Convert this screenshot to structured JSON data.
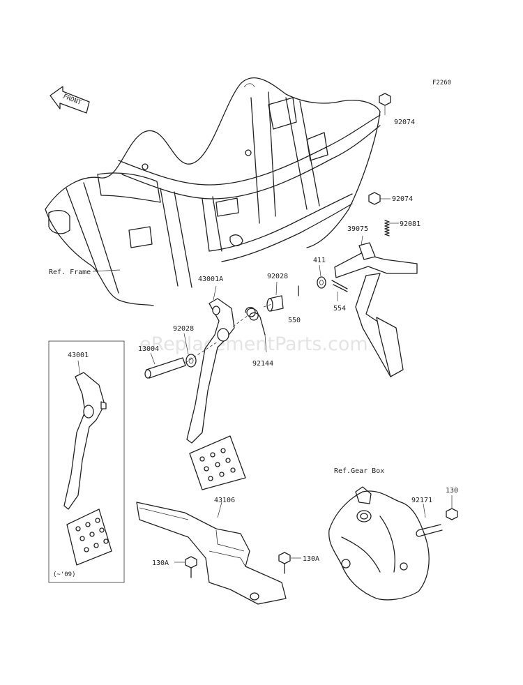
{
  "diagram_code": "F2260",
  "watermark": "eReplacementParts.com",
  "front_arrow": "FRONT",
  "references": {
    "frame": "Ref. Frame",
    "gear_box": "Ref.Gear Box"
  },
  "inset_note": "(~'09)",
  "parts": [
    {
      "id": "92074a",
      "label": "92074"
    },
    {
      "id": "92074b",
      "label": "92074"
    },
    {
      "id": "92081",
      "label": "92081"
    },
    {
      "id": "39075",
      "label": "39075"
    },
    {
      "id": "411",
      "label": "411"
    },
    {
      "id": "554",
      "label": "554"
    },
    {
      "id": "92028a",
      "label": "92028"
    },
    {
      "id": "550",
      "label": "550"
    },
    {
      "id": "43001A",
      "label": "43001A"
    },
    {
      "id": "92028b",
      "label": "92028"
    },
    {
      "id": "13004",
      "label": "13004"
    },
    {
      "id": "92144",
      "label": "92144"
    },
    {
      "id": "43001",
      "label": "43001"
    },
    {
      "id": "43106",
      "label": "43106"
    },
    {
      "id": "130Aa",
      "label": "130A"
    },
    {
      "id": "130Ab",
      "label": "130A"
    },
    {
      "id": "92171",
      "label": "92171"
    },
    {
      "id": "130",
      "label": "130"
    }
  ]
}
